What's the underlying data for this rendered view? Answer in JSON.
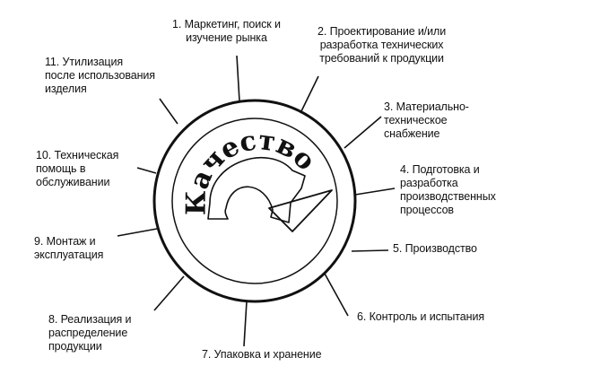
{
  "center": {
    "word": "Качество"
  },
  "stages": [
    {
      "id": "l1",
      "lines": [
        "1. Маркетинг, поиск и",
        "изучение рынка"
      ]
    },
    {
      "id": "l2",
      "lines": [
        "2. Проектирование и/или",
        "разработка технических",
        "требований к продукции"
      ]
    },
    {
      "id": "l3",
      "lines": [
        "3.  Материально-",
        "техническое",
        "снабжение"
      ]
    },
    {
      "id": "l4",
      "lines": [
        "4. Подготовка и",
        "разработка",
        "производственных",
        "процессов"
      ]
    },
    {
      "id": "l5",
      "lines": [
        "5.  Производство"
      ]
    },
    {
      "id": "l6",
      "lines": [
        "6. Контроль и испытания"
      ]
    },
    {
      "id": "l7",
      "lines": [
        "7. Упаковка и хранение"
      ]
    },
    {
      "id": "l8",
      "lines": [
        "8. Реализация и",
        "распределение",
        "продукции"
      ]
    },
    {
      "id": "l9",
      "lines": [
        "9. Монтаж и",
        "эксплуатация"
      ]
    },
    {
      "id": "l10",
      "lines": [
        "10.  Техническая",
        "помощь в",
        "обслуживании"
      ]
    },
    {
      "id": "l11",
      "lines": [
        "11. Утилизация",
        "после  использования",
        "изделия"
      ]
    }
  ]
}
